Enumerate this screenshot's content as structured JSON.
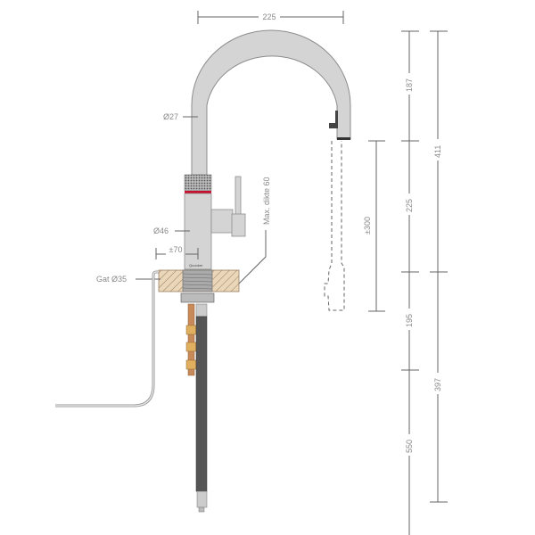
{
  "labels": {
    "spout_width": "225",
    "spout_diameter": "Ø27",
    "body_diameter": "Ø46",
    "handle_offset": "±70",
    "hole": "Gat Ø35",
    "max_thickness": "Max. dikte 60",
    "brand": "Quooker",
    "pullout": "±300",
    "dim_187": "187",
    "dim_225": "225",
    "dim_195": "195",
    "dim_550": "550",
    "dim_411": "411",
    "dim_397": "397"
  },
  "colors": {
    "chrome": "#d4d4d4",
    "outline": "#8c8c8c",
    "red_band": "#c8102e",
    "wood": "#e9d3b5",
    "hose": "#555555",
    "copper": "#c98a5a",
    "brass": "#e0b060",
    "dimension": "#666666"
  }
}
